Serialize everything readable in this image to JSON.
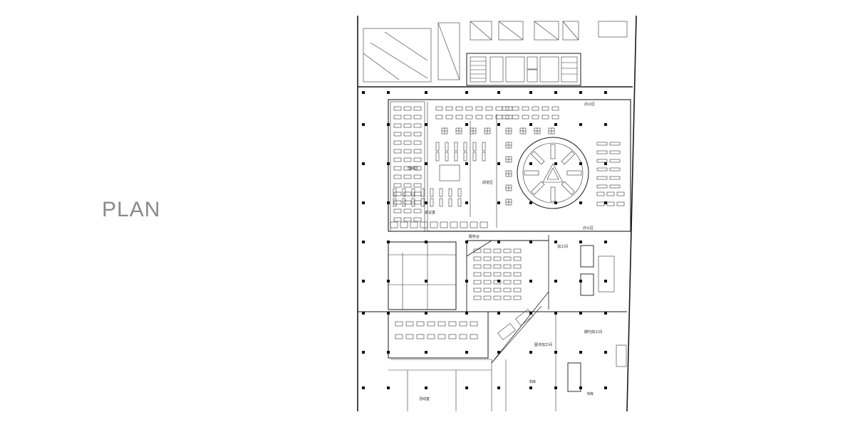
{
  "title": "PLAN",
  "drawing": {
    "room_labels": [
      {
        "id": "reading-area-a",
        "text": "借阅区"
      },
      {
        "id": "reading-area-b",
        "text": "阅览区"
      },
      {
        "id": "office-a",
        "text": "办公区"
      },
      {
        "id": "office-b",
        "text": "办公区"
      },
      {
        "id": "processing-room",
        "text": "加工间"
      },
      {
        "id": "periodical-processing",
        "text": "期刊加工间"
      },
      {
        "id": "book-processing",
        "text": "图书加工间"
      },
      {
        "id": "activity-room",
        "text": "活动室"
      },
      {
        "id": "storage-a",
        "text": "书库"
      },
      {
        "id": "storage-b",
        "text": "书库"
      },
      {
        "id": "meeting-room",
        "text": "会议室"
      },
      {
        "id": "service-desk",
        "text": "服务台"
      }
    ],
    "colors": {
      "line": "#1a1a1a",
      "label": "#8a8a8a",
      "background": "#ffffff"
    }
  }
}
